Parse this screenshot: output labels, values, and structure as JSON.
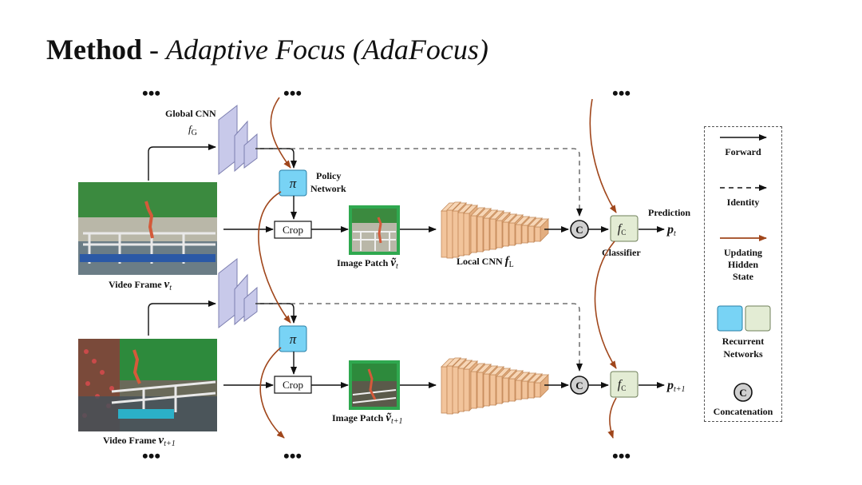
{
  "title": {
    "bold": "Method",
    "sep": " - ",
    "italic": "Adaptive Focus (AdaFocus)"
  },
  "global_cnn": {
    "label": "Global CNN",
    "symbol": "f",
    "sub": "G"
  },
  "policy": {
    "symbol": "π",
    "label_line1": "Policy",
    "label_line2": "Network"
  },
  "crop_label": "Crop",
  "concat_symbol": "C",
  "classifier": {
    "symbol": "f",
    "sub": "C",
    "label": "Classifier"
  },
  "prediction_label": "Prediction",
  "pred_t": {
    "main": "p",
    "sub": "t"
  },
  "pred_t1": {
    "main": "p",
    "sub": "t+1"
  },
  "frame_t": {
    "text": "Video Frame ",
    "sym": "v",
    "sub": "t"
  },
  "frame_t1": {
    "text": "Video Frame ",
    "sym": "v",
    "sub": "t+1"
  },
  "patch_t": {
    "text": "Image Patch ",
    "sym": "ṽ",
    "sub": "t"
  },
  "patch_t1": {
    "text": "Image Patch ",
    "sym": "ṽ",
    "sub": "t+1"
  },
  "local_cnn": {
    "text": "Local CNN ",
    "sym": "f",
    "sub": "L"
  },
  "ellipsis": "•••",
  "legend": {
    "forward": "Forward",
    "identity": "Identity",
    "updating_1": "Updating",
    "updating_2": "Hidden",
    "updating_3": "State",
    "recurrent_1": "Recurrent",
    "recurrent_2": "Networks",
    "concat_symbol": "C",
    "concatenation": "Concatenation"
  },
  "colors": {
    "policy_fill": "#78d3f5",
    "classifier_fill": "#e3ecd4",
    "hidden_state_arrow": "#a0461b",
    "local_cnn_fill": "#f2c49b",
    "global_cnn_fill": "#c8c9ea",
    "patch_border": "#2fa84f"
  }
}
